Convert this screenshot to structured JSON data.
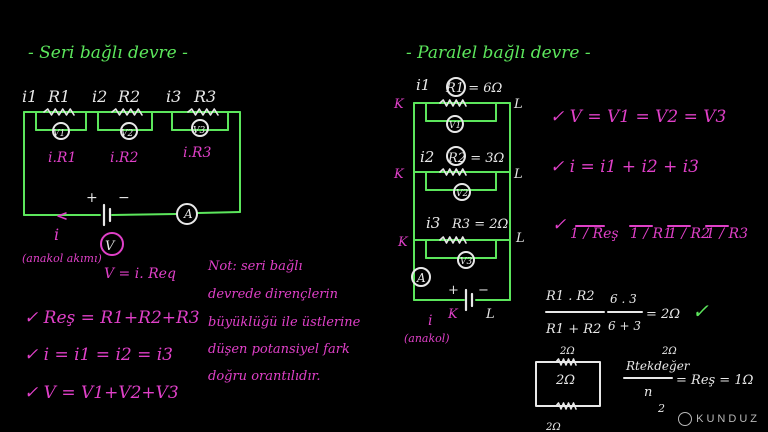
{
  "colors": {
    "green": "#5ce65c",
    "white": "#e8e8e8",
    "magenta": "#e040c8",
    "bg": "#000000"
  },
  "series": {
    "title": "- Seri bağlı devre -",
    "currents": [
      "i1",
      "i2",
      "i3"
    ],
    "resistors": [
      "R1",
      "R2",
      "R3"
    ],
    "voltmeters": [
      "V1",
      "V2",
      "V3"
    ],
    "drops": [
      "i.R1",
      "i.R2",
      "i.R3"
    ],
    "battery_plus": "+",
    "battery_minus": "−",
    "ammeter": "A",
    "current_label": "i",
    "current_note": "(anakol akımı)",
    "voltmeter": "V",
    "ohm": "V = i. Req",
    "formulas": [
      "✓ Reş = R1+R2+R3",
      "✓ i = i1 = i2 = i3",
      "✓ V = V1+V2+V3"
    ]
  },
  "note": {
    "lines": [
      "Not: seri bağlı",
      "devrede dirençlerin",
      "büyüklüğü ile üstlerine",
      "düşen potansiyel fark",
      "doğru orantılıdır."
    ]
  },
  "parallel": {
    "title": "- Paralel bağlı devre -",
    "currents": [
      "i1",
      "i2",
      "i3"
    ],
    "resistors": [
      "R1 = 6Ω",
      "R2 = 3Ω",
      "R3 = 2Ω"
    ],
    "voltmeters": [
      "V1",
      "V2",
      "V3"
    ],
    "nodes": [
      "K",
      "L"
    ],
    "ammeter": "A",
    "battery_plus": "+",
    "battery_minus": "−",
    "current_label": "i",
    "current_note": "(anakol)",
    "formulas": [
      "✓ V = V1 = V2 = V3",
      "✓ i = i1 + i2 + i3"
    ],
    "reciprocal": {
      "check": "✓",
      "left": "1 / Reş",
      "terms": [
        "1 / R1",
        "1 / R2",
        "1 / R3"
      ]
    },
    "product_sum": {
      "num": "R1 . R2",
      "den": "R1 + R2",
      "num_val": "6 . 3",
      "den_val": "6 + 3",
      "result": "= 2Ω",
      "check": "✓"
    },
    "equal_rule": {
      "num": "Rtekdeğer",
      "den": "n",
      "eq": "= Reş = 1Ω",
      "sup": "2Ω",
      "sub": "2"
    },
    "box": {
      "top": "2Ω",
      "inner": "2Ω",
      "bottom": "2Ω"
    }
  },
  "watermark": "KUNDUZ"
}
